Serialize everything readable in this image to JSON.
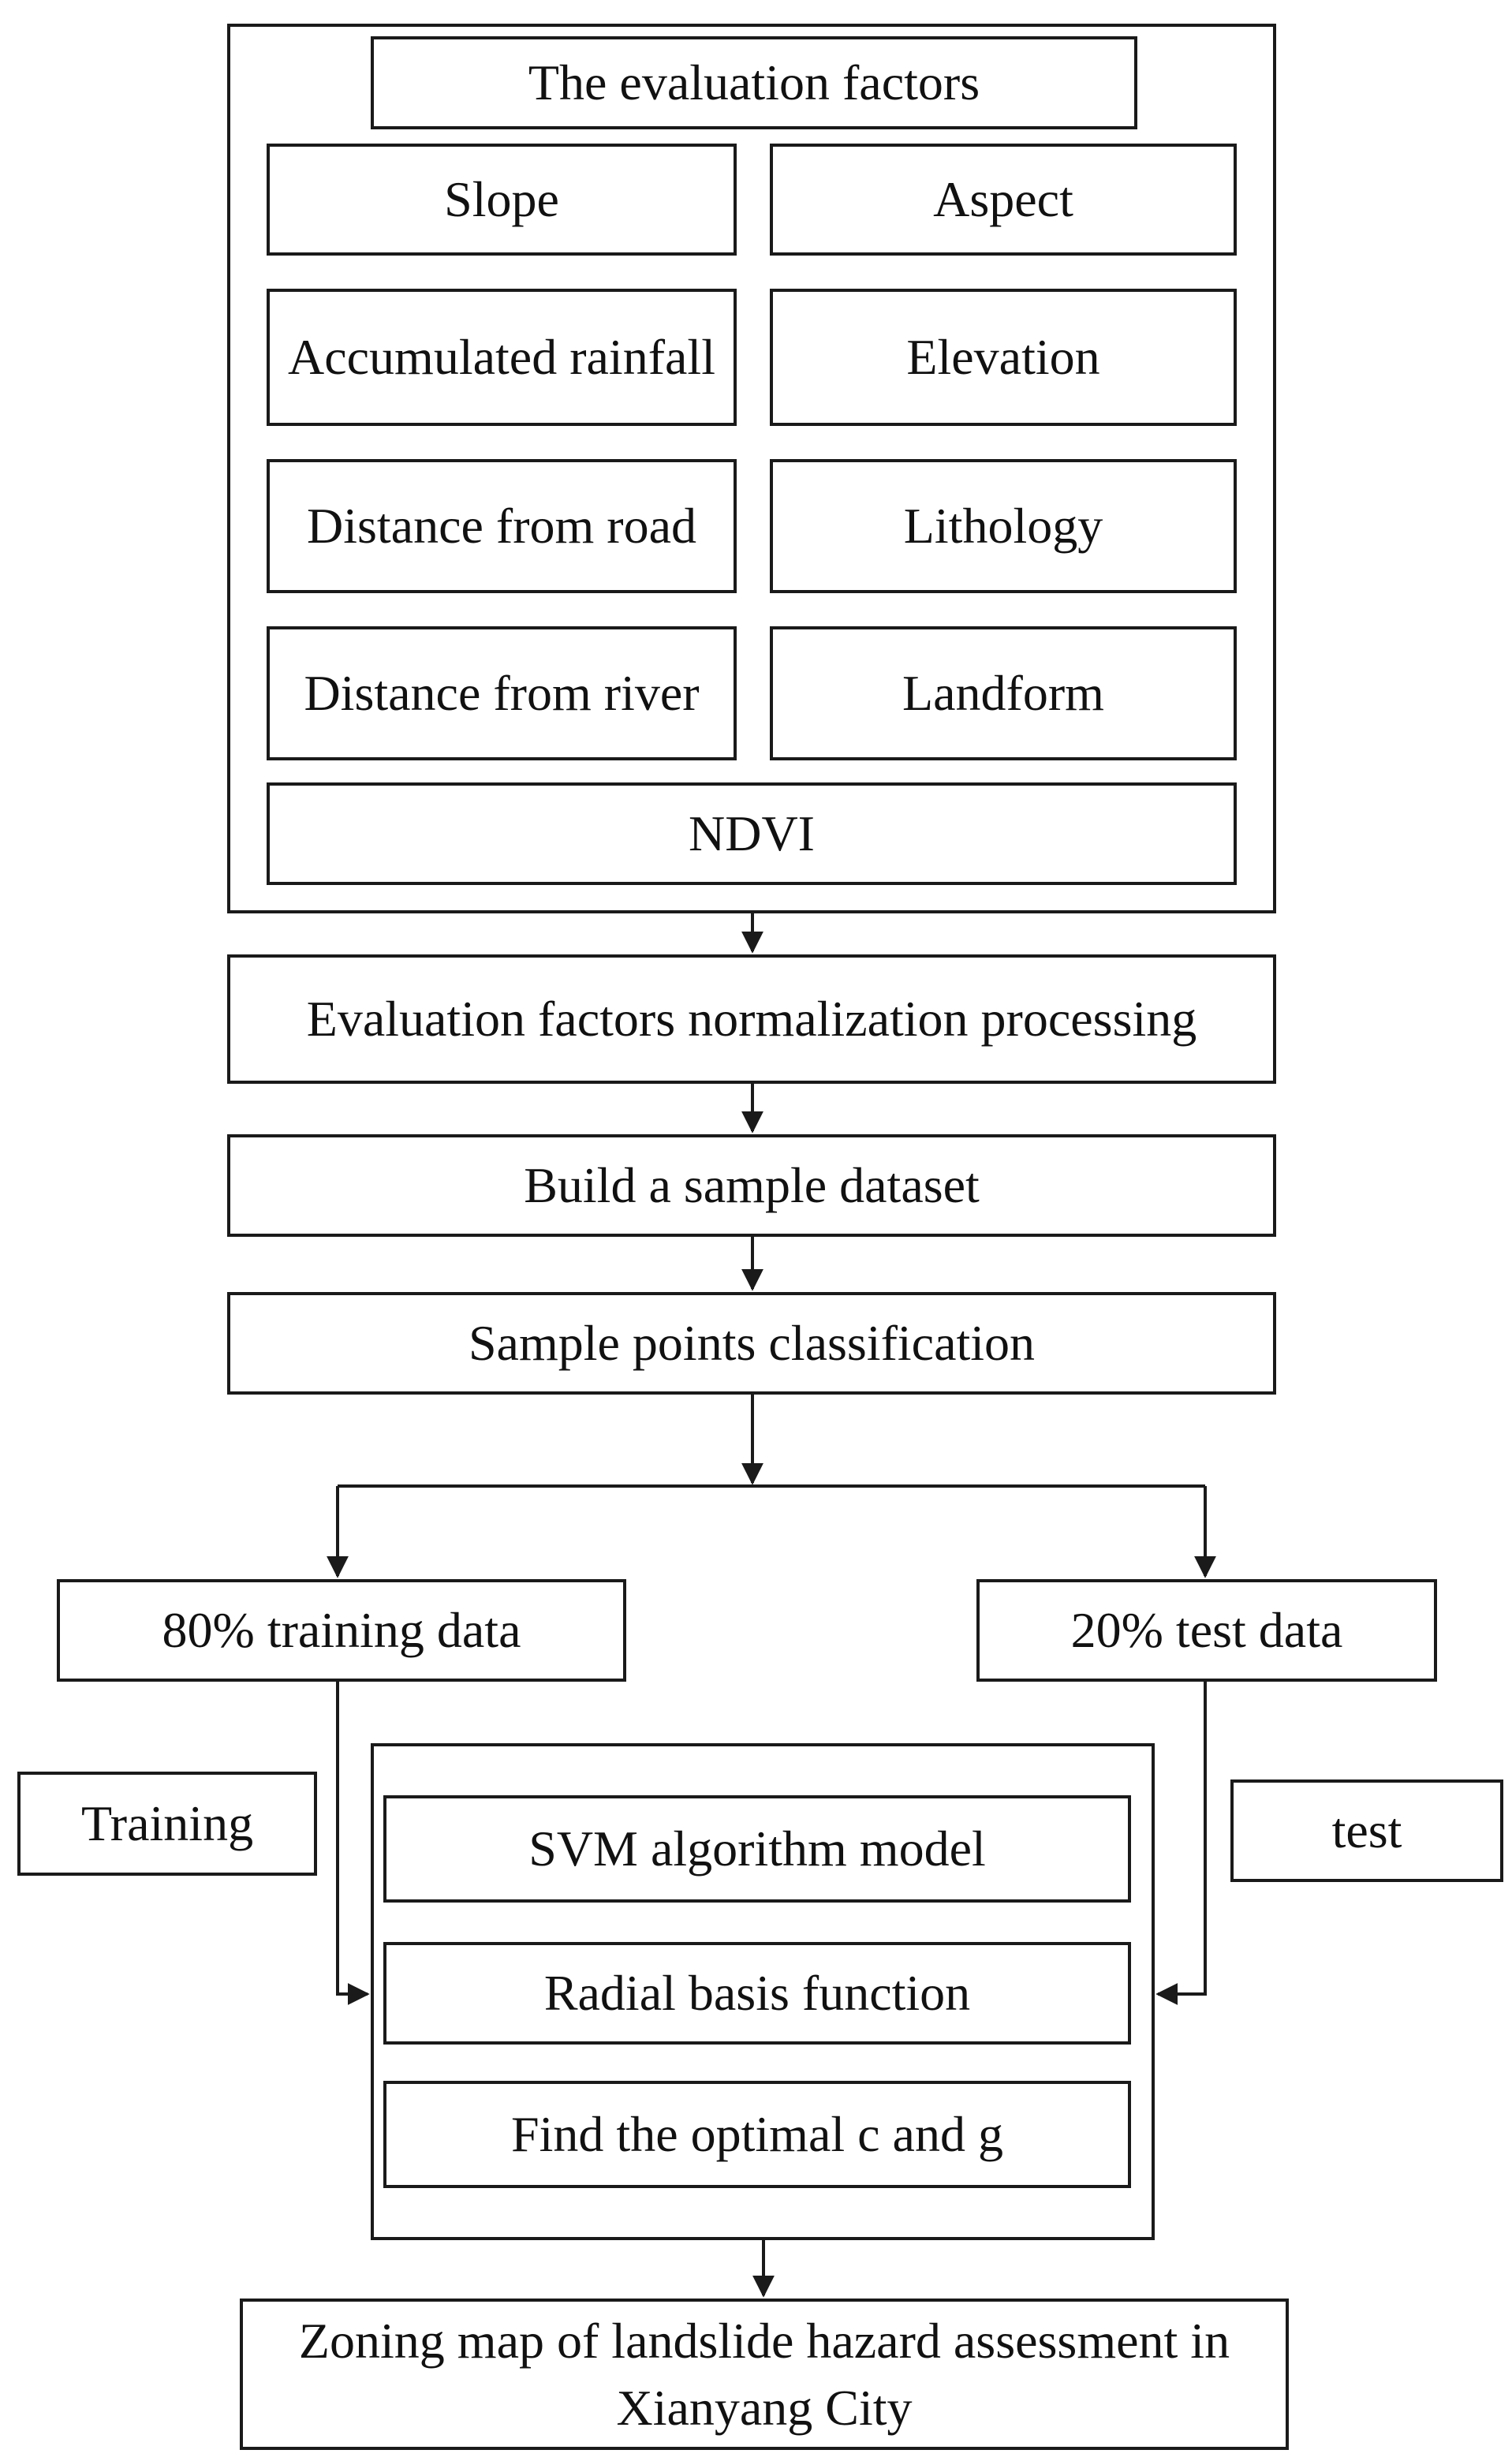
{
  "factors_group": {
    "title": "The evaluation factors",
    "items": {
      "slope": "Slope",
      "aspect": "Aspect",
      "accumulated_rainfall": "Accumulated rainfall",
      "elevation": "Elevation",
      "distance_road": "Distance from road",
      "lithology": "Lithology",
      "distance_river": "Distance from river",
      "landform": "Landform",
      "ndvi": "NDVI"
    }
  },
  "steps": {
    "normalization": "Evaluation factors normalization processing",
    "build_dataset": "Build a sample dataset",
    "classification": "Sample points classification"
  },
  "split": {
    "training_data": "80% training data",
    "test_data": "20% test data",
    "training_label": "Training",
    "test_label": "test"
  },
  "model_group": {
    "svm": "SVM algorithm model",
    "rbf": "Radial basis function",
    "optimal": "Find the optimal c and g"
  },
  "output": "Zoning map of landslide hazard assessment in Xianyang City"
}
